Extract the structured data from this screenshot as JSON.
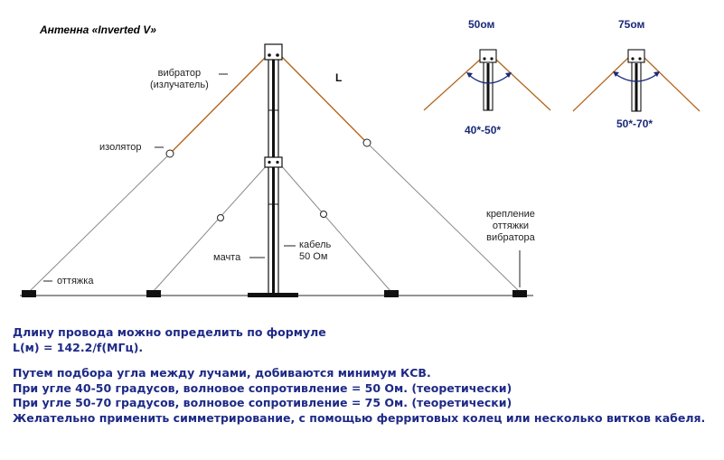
{
  "title": "Антенна «Inverted V»",
  "labels": {
    "vibrator": "вибратор",
    "emitter": "(излучатель)",
    "length": "L",
    "insulator": "изолятор",
    "guy": "оттяжка",
    "mast": "мачта",
    "cable_line1": "кабель",
    "cable_line2": "50 Ом",
    "mount_line1": "крепление",
    "mount_line2": "оттяжки",
    "mount_line3": "вибратора"
  },
  "variants": [
    {
      "impedance": "50ом",
      "angle": "40*-50*"
    },
    {
      "impedance": "75ом",
      "angle": "50*-70*"
    }
  ],
  "colors": {
    "wire": "#b5651d",
    "guy_line": "#777777",
    "mast": "#111111",
    "accent": "#1a2a7a"
  },
  "notes": {
    "line1": "Длину провода можно определить по формуле",
    "line2": "L(м) = 142.2/f(МГц).",
    "line3": "Путем подбора угла между лучами, добиваются минимум КСВ.",
    "line4": "При угле 40-50 градусов, волновое сопротивление = 50 Ом. (теоретически)",
    "line5": "При угле 50-70 градусов, волновое сопротивление = 75 Ом. (теоретически)",
    "line6": "Желательно применить симметрирование, с помощью ферритовых колец или несколько витков кабеля."
  }
}
